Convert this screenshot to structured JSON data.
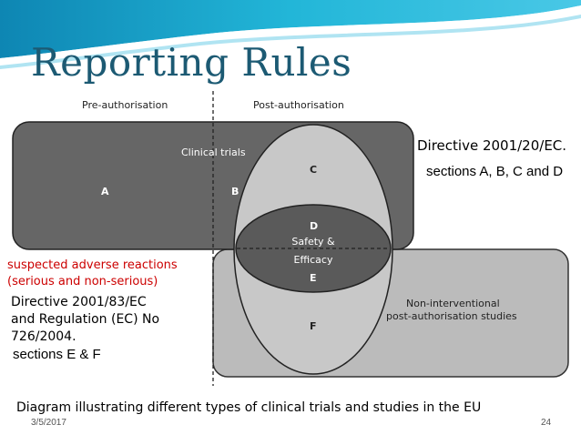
{
  "slide": {
    "title": "Reporting Rules",
    "caption": "Diagram illustrating different types of clinical trials and studies in the EU",
    "date": "3/5/2017",
    "page_number": "24"
  },
  "diagram": {
    "header_pre": "Pre-authorisation",
    "header_post": "Post-authorisation",
    "clinical_trials_label": "Clinical trials",
    "label_a": "A",
    "label_b": "B",
    "label_c": "C",
    "label_d": "D",
    "safety_line1": "Safety &",
    "safety_line2": "Efficacy",
    "label_e": "E",
    "label_f": "F",
    "nis_line1": "Non-interventional",
    "nis_line2": "post-authorisation studies"
  },
  "annotations": {
    "directive1": "Directive 2001/20/EC.",
    "sections1": "sections A, B, C and D",
    "sar_line1": "suspected adverse reactions",
    "sar_line2": "(serious and non-serious)",
    "directive2_line1": "Directive 2001/83/EC",
    "directive2_line2": "and Regulation (EC) No",
    "directive2_line3": "726/2004.",
    "sections2": "sections E & F"
  },
  "colors": {
    "title": "#1c5a73",
    "dark_box": "#666666",
    "light_box": "#bbbbbb",
    "outer_ellipse": "#c8c8c8",
    "inner_ellipse": "#5a5a5a",
    "red_text": "#cc0000",
    "wave": "#1aa3c7"
  }
}
